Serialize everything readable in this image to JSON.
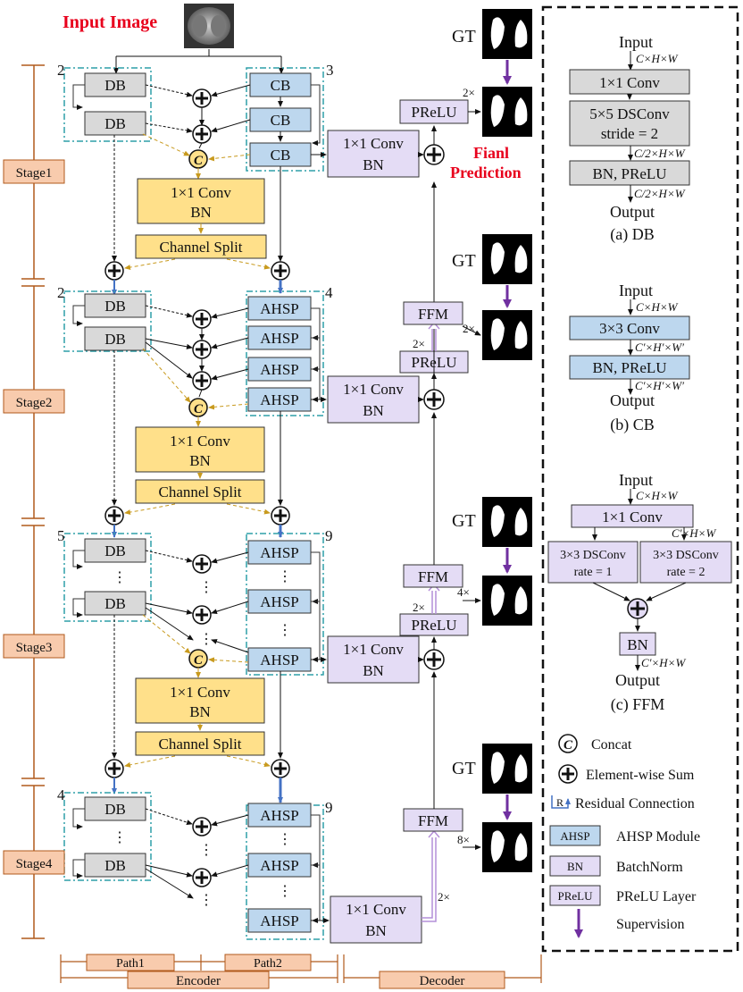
{
  "header": {
    "input_image_label": "Input Image"
  },
  "stages": [
    "Stage1",
    "Stage2",
    "Stage3",
    "Stage4"
  ],
  "stage_counts": {
    "s1_path1": "2",
    "s1_path2": "3",
    "s2_path1": "2",
    "s2_path2": "4",
    "s3_path1": "5",
    "s3_path2": "9",
    "s4_path1": "4",
    "s4_path2": "9"
  },
  "blocks": {
    "db": "DB",
    "cb": "CB",
    "ahsp": "AHSP",
    "conv1x1": "1×1 Conv",
    "bn": "BN",
    "channel_split": "Channel Split",
    "prelu": "PReLU",
    "ffm": "FFM",
    "concat": "C"
  },
  "decoder": {
    "gt": "GT",
    "final_prediction_line1": "Fianl",
    "final_prediction_line2": "Prediction",
    "scale_2x": "2×",
    "scale_4x": "4×",
    "scale_8x": "8×"
  },
  "footer": {
    "path1": "Path1",
    "path2": "Path2",
    "encoder": "Encoder",
    "decoder": "Decoder"
  },
  "panel_db": {
    "input": "Input",
    "in_dims": "C×H×W",
    "conv": "1×1 Conv",
    "dsconv_line1": "5×5 DSConv",
    "dsconv_line2": "stride = 2",
    "mid_dims": "C/2×H×W",
    "bn_prelu": "BN, PReLU",
    "out_dims": "C/2×H×W",
    "output": "Output",
    "caption": "(a) DB"
  },
  "panel_cb": {
    "input": "Input",
    "in_dims": "C×H×W",
    "conv": "3×3 Conv",
    "mid_dims": "C′×H′×W′",
    "bn_prelu": "BN, PReLU",
    "out_dims": "C′×H′×W′",
    "output": "Output",
    "caption": "(b) CB"
  },
  "panel_ffm": {
    "input": "Input",
    "in_dims": "C×H×W",
    "conv": "1×1 Conv",
    "mid_dims": "C′×H×W",
    "ds1_line1": "3×3 DSConv",
    "ds1_line2": "rate = 1",
    "ds2_line1": "3×3 DSConv",
    "ds2_line2": "rate = 2",
    "bn": "BN",
    "out_dims": "C′×H×W",
    "output": "Output",
    "caption": "(c) FFM"
  },
  "legend": {
    "concat_symbol": "C",
    "concat": "Concat",
    "sum": "Element-wise Sum",
    "residual_symbol": "R",
    "residual": "Residual Connection",
    "ahsp_symbol": "AHSP",
    "ahsp": "AHSP Module",
    "bn_symbol": "BN",
    "bn": "BatchNorm",
    "prelu_symbol": "PReLU",
    "prelu": "PReLU Layer",
    "supervision": "Supervision"
  },
  "colors": {
    "db_fill": "#d9d9d9",
    "cb_fill": "#bdd7ee",
    "yellow_fill": "#ffe08a",
    "purple_fill": "#e4dcf5",
    "stage_fill": "#f8cbad",
    "teal_dash": "#2e9fa8",
    "gold_arrow": "#c89a1e",
    "supervision": "#7030a0",
    "blue_arrow": "#4472c4",
    "final_text": "#e8001c"
  }
}
